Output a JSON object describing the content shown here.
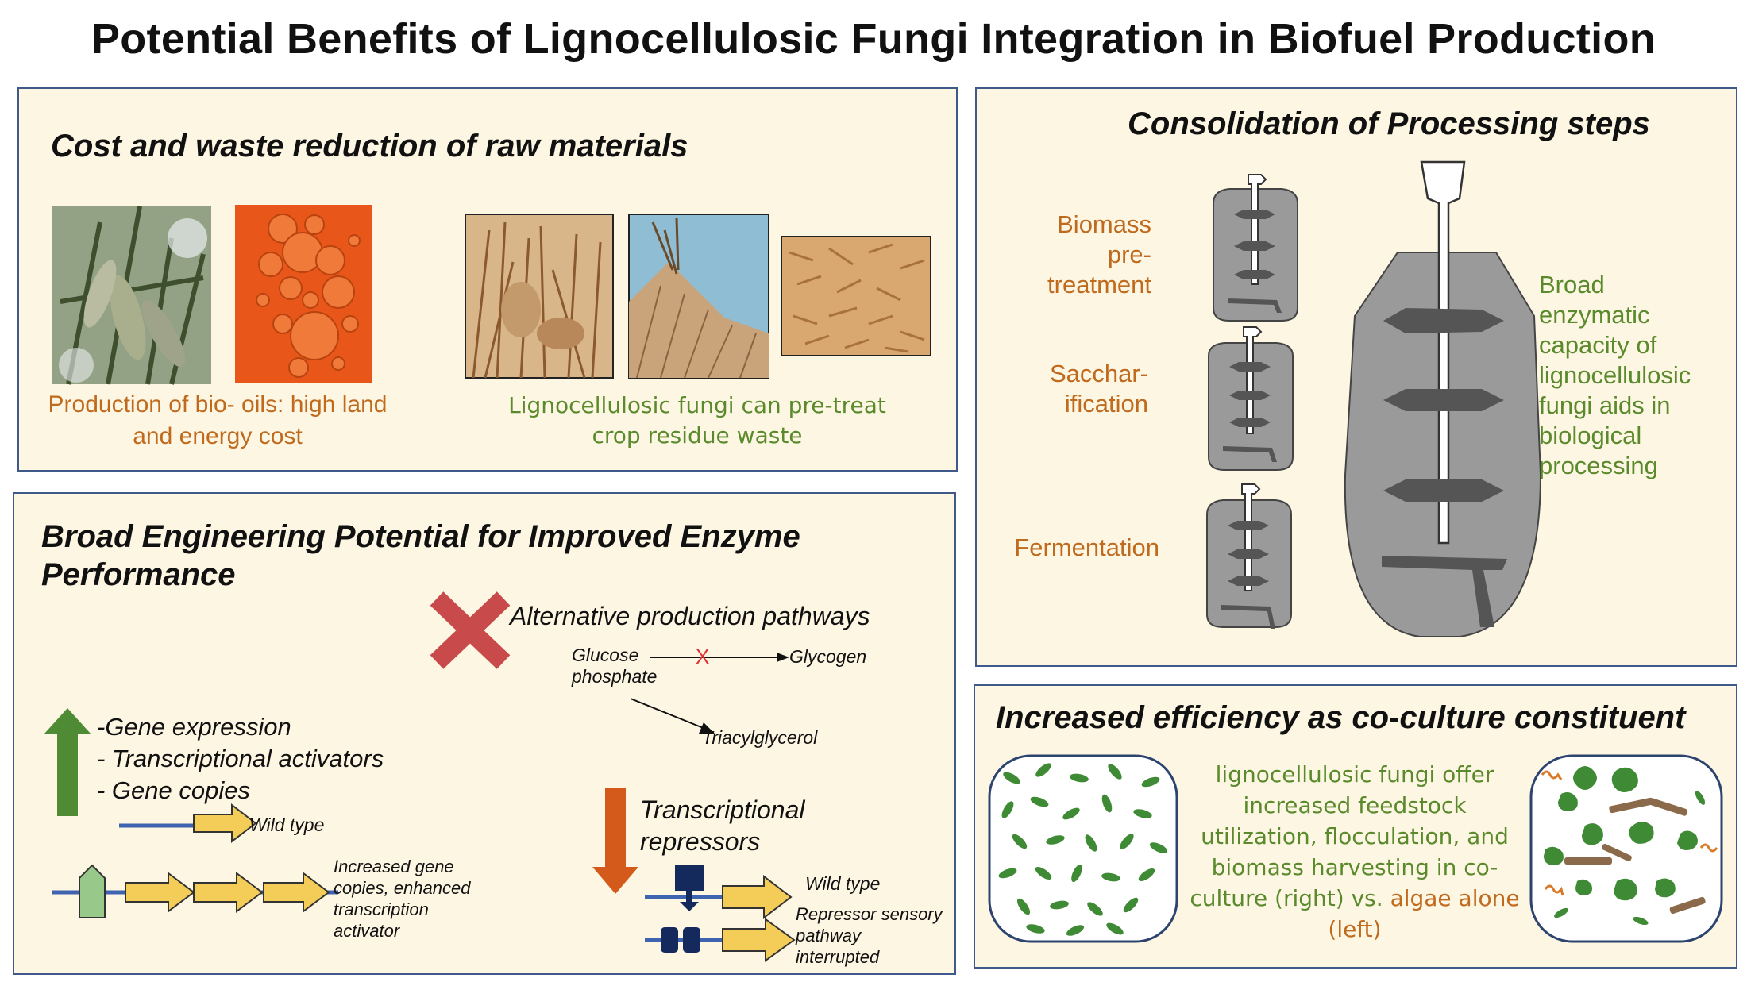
{
  "title": "Potential Benefits of Lignocellulosic Fungi Integration in Biofuel Production",
  "panel_cost": {
    "heading": "Cost and waste reduction of raw materials",
    "caption_left": "Production of bio- oils: high land and energy cost",
    "caption_right": "Lignocellulosic fungi can pre-treat crop residue waste"
  },
  "panel_engineering": {
    "heading": "Broad Engineering Potential for Improved Enzyme Performance",
    "alt_pathways": "Alternative production pathways",
    "glucose_phosphate": "Glucose phosphate",
    "glycogen": "Glycogen",
    "triacylglycerol": "Triacylglycerol",
    "x_mark": "X",
    "up_list": [
      "-Gene expression",
      "- Transcriptional activators",
      "- Gene copies"
    ],
    "wild_type_1": "Wild type",
    "increased_copies": "Increased gene copies, enhanced transcription activator",
    "transcriptional_repressors": "Transcriptional repressors",
    "wild_type_2": "Wild type",
    "repressor_interrupted": "Repressor sensory pathway interrupted"
  },
  "panel_consolidation": {
    "heading": "Consolidation of Processing steps",
    "step1": "Biomass pre-treatment",
    "step2": "Sacchar-ification",
    "step3": "Fermentation",
    "capacity_note": "Broad enzymatic capacity of lignocellulosic fungi aids in biological processing"
  },
  "panel_coculture": {
    "heading": "Increased efficiency as co-culture constituent",
    "caption_green": "lignocellulosic fungi offer increased feedstock utilization, flocculation, and biomass harvesting in co-culture (right) vs.",
    "caption_orange": "algae alone (left)"
  },
  "colors": {
    "panel_bg": "#fdf6e3",
    "panel_border": "#3f5a8a",
    "orange_text": "#c06a1e",
    "green_text": "#5a8a2c",
    "gene_arrow": "#f3cd57",
    "dna_line": "#3e63b0",
    "up_arrow": "#4f8a34",
    "down_arrow": "#d35a1b",
    "red_x": "#c84a4a",
    "repressor": "#14295c",
    "reactor_gray": "#9a9a9a"
  }
}
